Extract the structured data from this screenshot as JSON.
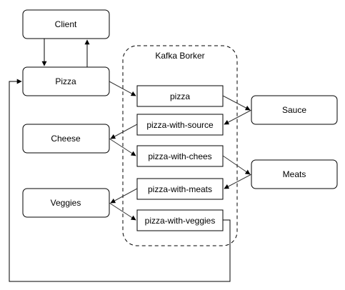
{
  "group": {
    "label": "Kafka Borker"
  },
  "services": {
    "client": "Client",
    "pizza": "Pizza",
    "cheese": "Cheese",
    "veggies": "Veggies",
    "sauce": "Sauce",
    "meats": "Meats"
  },
  "topics": {
    "pizza": "pizza",
    "with_source": "pizza-with-source",
    "with_chees": "pizza-with-chees",
    "with_meats": "pizza-with-meats",
    "with_veggies": "pizza-with-veggies"
  }
}
